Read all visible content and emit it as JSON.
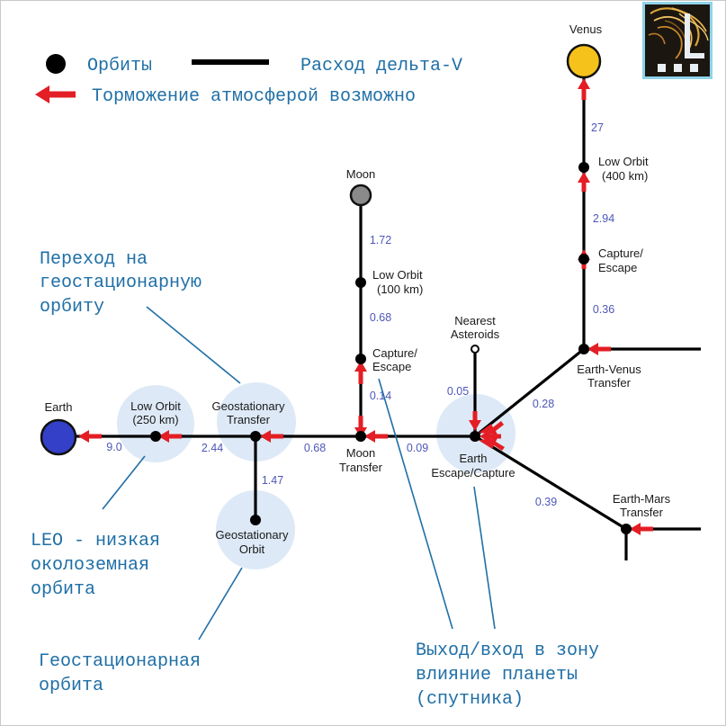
{
  "legend": {
    "orbits": "Орбиты",
    "delta_v": "Расход дельта-V",
    "aerobraking": "Торможение атмосферой возможно"
  },
  "nodes": {
    "earth": "Earth",
    "leo_1": "Low Orbit",
    "leo_2": "(250 km)",
    "geo_transfer_1": "Geostationary",
    "geo_transfer_2": "Transfer",
    "geo_orbit_1": "Geostationary",
    "geo_orbit_2": "Orbit",
    "moon_transfer_1": "Moon",
    "moon_transfer_2": "Transfer",
    "moon_capture_1": "Capture/",
    "moon_capture_2": "Escape",
    "moon_low_1": "Low Orbit",
    "moon_low_2": "(100 km)",
    "moon": "Moon",
    "asteroids_1": "Nearest",
    "asteroids_2": "Asteroids",
    "earth_escape_1": "Earth",
    "earth_escape_2": "Escape/Capture",
    "venus_transfer_1": "Earth-Venus",
    "venus_transfer_2": "Transfer",
    "venus_capture_1": "Capture/",
    "venus_capture_2": "Escape",
    "venus_low_1": "Low Orbit",
    "venus_low_2": "(400 km)",
    "venus": "Venus",
    "mars_transfer_1": "Earth-Mars",
    "mars_transfer_2": "Transfer"
  },
  "delta_v": {
    "earth_leo": "9.0",
    "leo_gto": "2.44",
    "gto_geo": "1.47",
    "gto_moon_transfer": "0.68",
    "moon_transfer_capture": "0.14",
    "moon_capture_low": "0.68",
    "moon_low_surface": "1.72",
    "moon_transfer_escape": "0.09",
    "asteroids_escape": "0.05",
    "escape_venus_transfer": "0.28",
    "escape_mars_transfer": "0.39",
    "venus_transfer_capture": "0.36",
    "venus_capture_low": "2.94",
    "venus_low_surface": "27"
  },
  "notes": {
    "gto_1": "Переход на",
    "gto_2": "геостационарную",
    "gto_3": "орбиту",
    "leo_1": "LEO - низкая",
    "leo_2": "околоземная",
    "leo_3": "орбита",
    "geo_1": "Геостационарная",
    "geo_2": "орбита",
    "soi_1": "Выход/вход в зону",
    "soi_2": "влияние планеты",
    "soi_3": "(спутника)"
  },
  "colors": {
    "earth": "#3440c8",
    "moon": "#8a8a8a",
    "venus": "#f5c21b",
    "route": "#000000",
    "aerobrake_arrow": "#e31e24",
    "delta_v_text": "#4d57b8",
    "annotation": "#1f6fa6",
    "zone": "#dde9f6"
  }
}
